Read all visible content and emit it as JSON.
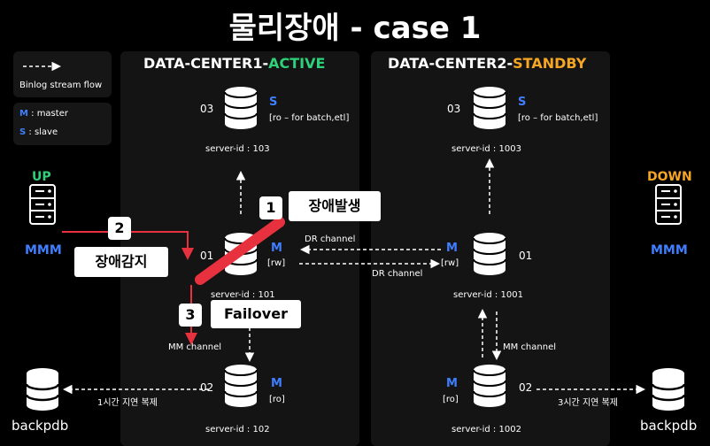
{
  "title": "물리장애 - case 1",
  "legend": {
    "flow_label": "Binlog stream flow",
    "master_key": "M",
    "master_label": ": master",
    "slave_key": "S",
    "slave_label": ": slave"
  },
  "dc1": {
    "name": "DATA-CENTER1-",
    "state": "ACTIVE",
    "state_color": "#2fd07a"
  },
  "dc2": {
    "name": "DATA-CENTER2-",
    "state": "STANDBY",
    "state_color": "#f5a623"
  },
  "left_mmm": {
    "status": "UP",
    "status_color": "#2fd07a",
    "name": "MMM"
  },
  "right_mmm": {
    "status": "DOWN",
    "status_color": "#f5a623",
    "name": "MMM"
  },
  "dc1_servers": {
    "s03": {
      "idx": "03",
      "role": "S",
      "note": "[ro – for batch,etl]",
      "sid": "server-id : 103"
    },
    "s01": {
      "idx": "01",
      "role": "M",
      "note": "[rw]",
      "sid": "server-id : 101"
    },
    "s02": {
      "idx": "02",
      "role": "M",
      "note": "[ro]",
      "sid": "server-id : 102"
    }
  },
  "dc2_servers": {
    "s03": {
      "idx": "03",
      "role": "S",
      "note": "[ro – for batch,etl]",
      "sid": "server-id : 1003"
    },
    "s01": {
      "idx": "01",
      "role": "M",
      "note": "[rw]",
      "sid": "server-id : 1001"
    },
    "s02": {
      "idx": "02",
      "role": "M",
      "note": "[ro]",
      "sid": "server-id : 1002"
    }
  },
  "channels": {
    "dr_top": "DR channel",
    "dr_bottom": "DR channel",
    "mm_left": "MM channel",
    "mm_right": "MM channel",
    "delay_left": "1시간 지연 복제",
    "delay_right": "3시간 지연 복제"
  },
  "backups": {
    "left": "backpdb",
    "right": "backpdb"
  },
  "steps": [
    {
      "num": "1",
      "label": "장애발생"
    },
    {
      "num": "2",
      "label": "장애감지"
    },
    {
      "num": "3",
      "label": "Failover"
    }
  ]
}
